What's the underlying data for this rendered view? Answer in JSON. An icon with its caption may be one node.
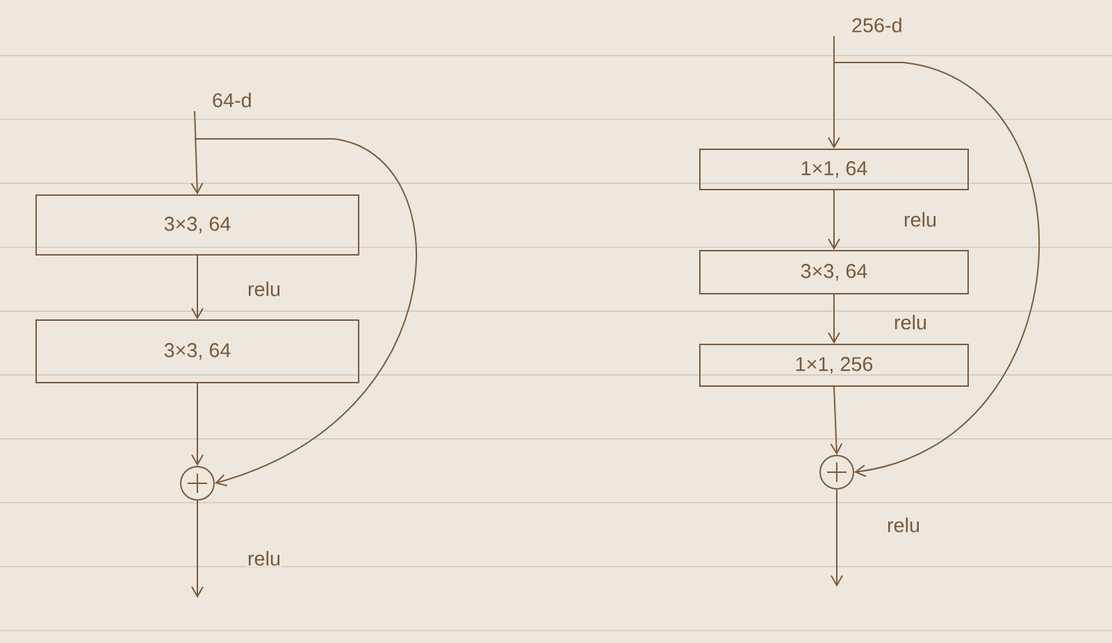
{
  "diagram": {
    "nodes": [
      {
        "text": [
          "64-d"
        ]
      },
      {
        "text": [
          "3×3, 64"
        ]
      },
      {
        "text": [
          "3×3, 64"
        ]
      },
      {
        "text": [],
        "shape": "circle"
      },
      {
        "text": [
          "256-d"
        ]
      },
      {
        "text": [
          "1×1, 64"
        ]
      },
      {
        "text": [
          "3×3, 64"
        ]
      },
      {
        "text": [
          "1×1, 256"
        ]
      },
      {
        "text": [],
        "shape": "circle"
      }
    ],
    "edges": [
      {
        "from": 0,
        "to": 1,
        "arrow": "to"
      },
      {
        "from": 0,
        "to": 3,
        "arrow": "to"
      },
      {
        "from": 1,
        "to": 2,
        "arrow": "to",
        "label": "relu"
      },
      {
        "from": 2,
        "to": 3,
        "arrow": "to"
      },
      {
        "from": 3,
        "to": null,
        "arrow": "to",
        "label": "relu"
      },
      {
        "from": 4,
        "to": 5,
        "arrow": "to"
      },
      {
        "from": 4,
        "to": 8,
        "arrow": "to"
      },
      {
        "from": 5,
        "to": 6,
        "arrow": "to",
        "label": "relu"
      },
      {
        "from": 6,
        "to": 7,
        "arrow": "to",
        "label": "relu"
      },
      {
        "from": 7,
        "to": 8,
        "arrow": "to"
      },
      {
        "from": 8,
        "to": null,
        "arrow": "to",
        "label": "relu"
      }
    ]
  }
}
